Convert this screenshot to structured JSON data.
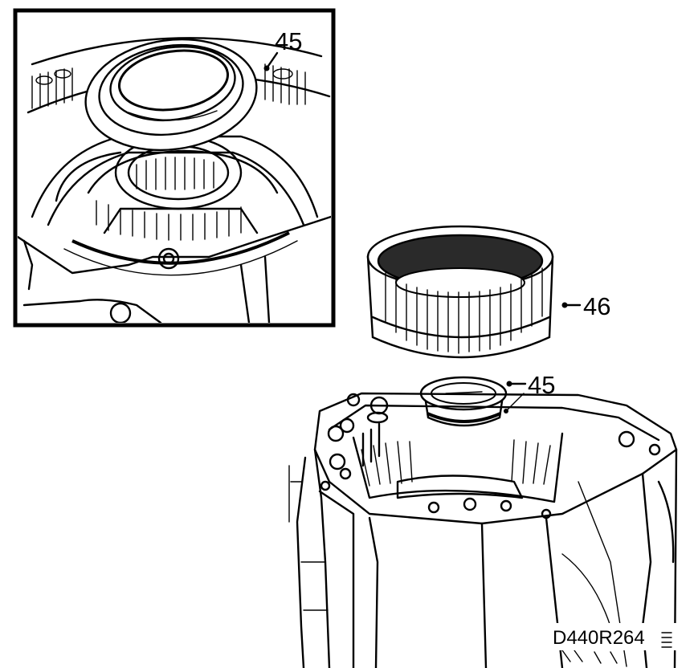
{
  "inset": {
    "callout_label": "45"
  },
  "main": {
    "callouts": [
      {
        "id": "ring-gear",
        "label": "46"
      },
      {
        "id": "thrust-washer",
        "label": "45"
      }
    ],
    "figure_id": "D440R264"
  }
}
